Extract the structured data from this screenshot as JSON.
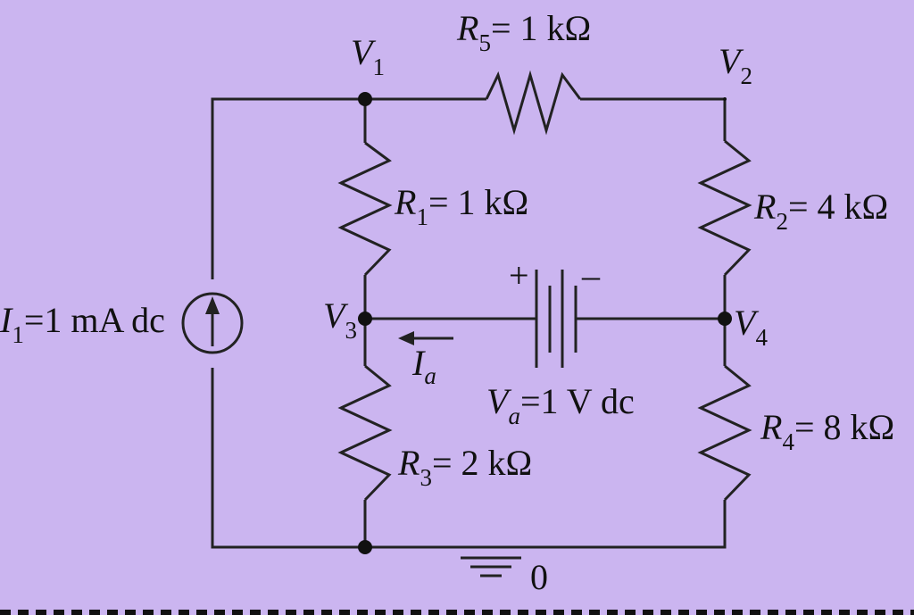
{
  "background_color": "#cbb5f0",
  "wire_color": "#222222",
  "nodes": {
    "v1": {
      "main": "V",
      "sub": "1"
    },
    "v2": {
      "main": "V",
      "sub": "2"
    },
    "v3": {
      "main": "V",
      "sub": "3"
    },
    "v4": {
      "main": "V",
      "sub": "4"
    }
  },
  "resistors": {
    "r1": {
      "main": "R",
      "sub": "1",
      "value": "= 1 kΩ"
    },
    "r2": {
      "main": "R",
      "sub": "2",
      "value": "= 4 kΩ"
    },
    "r3": {
      "main": "R",
      "sub": "3",
      "value": "= 2 kΩ"
    },
    "r4": {
      "main": "R",
      "sub": "4",
      "value": "= 8 kΩ"
    },
    "r5": {
      "main": "R",
      "sub": "5",
      "value": "= 1 kΩ"
    }
  },
  "current_source": {
    "main": "I",
    "sub": "1",
    "value": "=1 mA dc"
  },
  "voltage_source": {
    "main": "V",
    "sub": "a",
    "value": "=1 V dc",
    "plus": "+",
    "minus": "–"
  },
  "branch_current": {
    "main": "I",
    "sub": "a"
  },
  "ground": {
    "label": "0"
  }
}
